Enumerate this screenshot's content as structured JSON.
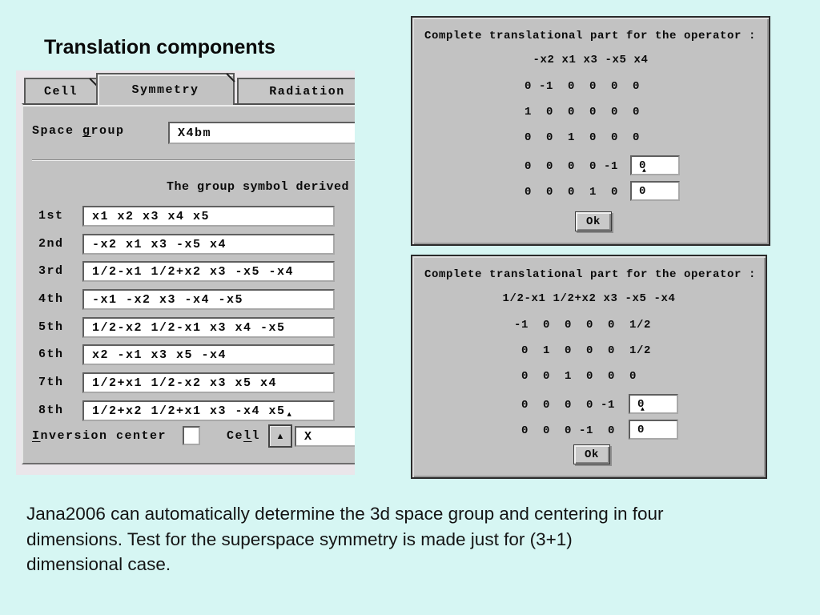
{
  "slide": {
    "title": "Translation components",
    "caption": "Jana2006 can automatically determine the 3d space group and centering in four\ndimensions. Test for the superspace symmetry is made just for (3+1)\ndimensional case."
  },
  "left_window": {
    "tabs": [
      {
        "label": "Cell"
      },
      {
        "label": "Symmetry"
      },
      {
        "label": "Radiation"
      }
    ],
    "space_group": {
      "label_pre": "Space ",
      "label_key": "g",
      "label_post": "roup",
      "value": "X4bm"
    },
    "derived_text": "The group symbol derived",
    "operators": [
      {
        "ordinal": "1st",
        "value": "x1 x2 x3 x4 x5"
      },
      {
        "ordinal": "2nd",
        "value": "-x2 x1 x3 -x5 x4"
      },
      {
        "ordinal": "3rd",
        "value": "1/2-x1 1/2+x2 x3 -x5 -x4"
      },
      {
        "ordinal": "4th",
        "value": "-x1 -x2 x3 -x4 -x5"
      },
      {
        "ordinal": "5th",
        "value": "1/2-x2 1/2-x1 x3 x4 -x5"
      },
      {
        "ordinal": "6th",
        "value": "x2 -x1 x3 x5 -x4"
      },
      {
        "ordinal": "7th",
        "value": "1/2+x1 1/2-x2 x3 x5 x4"
      },
      {
        "ordinal": "8th",
        "value": "1/2+x2 1/2+x1 x3 -x4 x5"
      }
    ],
    "cursor_glyph": "▲",
    "inversion": {
      "label_pre": "",
      "label_key": "I",
      "label_post": "nversion center"
    },
    "cell": {
      "label_pre": "Ce",
      "label_key": "l",
      "label_post": "l",
      "up_arrow": "▲",
      "value": "X"
    }
  },
  "dialog1": {
    "title": "Complete translational part for the operator :",
    "operator": "-x2 x1 x3 -x5 x4",
    "rows_static": [
      " 0 -1  0  0  0  0",
      " 1  0  0  0  0  0",
      " 0  0  1  0  0  0"
    ],
    "rows_input": [
      {
        "cells": " 0  0  0  0 -1",
        "value": "0",
        "caret": "▲"
      },
      {
        "cells": " 0  0  0  1  0",
        "value": "0"
      }
    ],
    "ok_label": "Ok"
  },
  "dialog2": {
    "title": "Complete translational part for the operator :",
    "operator": "1/2-x1 1/2+x2 x3 -x5 -x4",
    "rows_static": [
      "-1  0  0  0  0  1/2",
      " 0  1  0  0  0  1/2",
      " 0  0  1  0  0  0"
    ],
    "rows_input": [
      {
        "cells": " 0  0  0  0 -1",
        "value": "0",
        "caret": "▲"
      },
      {
        "cells": " 0  0  0 -1  0",
        "value": "0"
      }
    ],
    "ok_label": "Ok"
  },
  "colors": {
    "background": "#d6f6f3",
    "panel_gray": "#c2c2c2",
    "window_frame": "#eae6ea",
    "dialog_border": "#2b2b2b"
  }
}
